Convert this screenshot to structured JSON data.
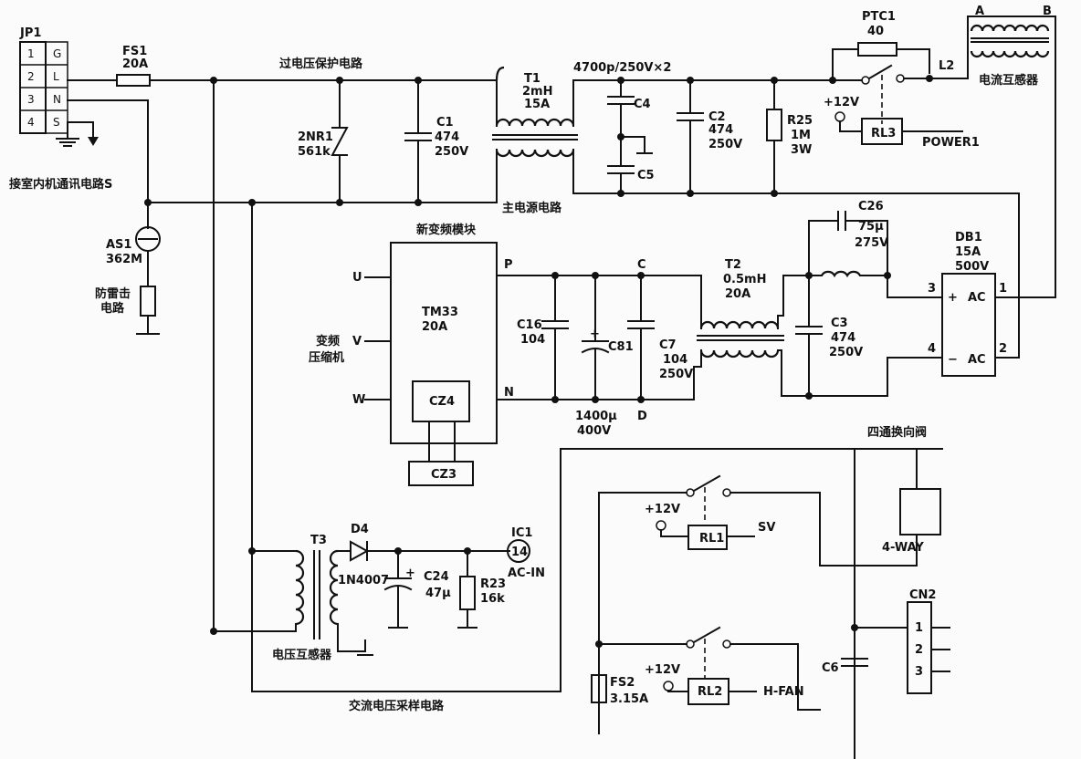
{
  "labels": {
    "jp1": "JP1",
    "jp1_pins": [
      "1",
      "2",
      "3",
      "4"
    ],
    "jp1_names": [
      "G",
      "L",
      "N",
      "S"
    ],
    "fs1": "FS1",
    "fs1_val": "20A",
    "overvolt": "过电压保护电路",
    "indoor_comm": "接室内机通讯电路S",
    "as1": "AS1",
    "as1_val": "362M",
    "lightning_1": "防雷击",
    "lightning_2": "电路",
    "nr1": "2NR1",
    "nr1_val": "561k",
    "c1": "C1",
    "c1_v1": "474",
    "c1_v2": "250V",
    "t1": "T1",
    "t1_v1": "2mH",
    "t1_v2": "15A",
    "cap_rating": "4700p/250V×2",
    "c4": "C4",
    "c5": "C5",
    "c2": "C2",
    "c2_v1": "474",
    "c2_v2": "250V",
    "r25": "R25",
    "r25_v1": "1M",
    "r25_v2": "3W",
    "ptc1": "PTC1",
    "ptc1_val": "40",
    "l2": "L2",
    "ct_a": "A",
    "ct_b": "B",
    "ct_name": "电流互感器",
    "plus12_rl3": "+12V",
    "rl3": "RL3",
    "power1": "POWER1",
    "main_power": "主电源电路",
    "c26": "C26",
    "c26_v1": "75μ",
    "c26_v2": "275V",
    "db1": "DB1",
    "db1_v1": "15A",
    "db1_v2": "500V",
    "db1_ac": "AC",
    "db1_plus": "+",
    "db1_minus": "−",
    "db1_pin3": "3",
    "db1_pin4": "4",
    "db1_pin1": "1",
    "db1_pin2": "2",
    "module_title": "新变频模块",
    "u": "U",
    "v": "V",
    "w": "W",
    "tm33": "TM33",
    "tm33_val": "20A",
    "comp_1": "变频",
    "comp_2": "压缩机",
    "cz4": "CZ4",
    "cz3": "CZ3",
    "p": "P",
    "n": "N",
    "c_node": "C",
    "d_node": "D",
    "c16": "C16",
    "c16_val": "104",
    "c81": "C81",
    "c81_v1": "1400μ",
    "c81_v2": "400V",
    "c7": "C7",
    "c7_v1": "104",
    "c7_v2": "250V",
    "t2": "T2",
    "t2_v1": "0.5mH",
    "t2_v2": "20A",
    "c3": "C3",
    "c3_v1": "474",
    "c3_v2": "250V",
    "fourway_title": "四通换向阀",
    "fourway": "4-WAY",
    "plus12_rl1": "+12V",
    "rl1": "RL1",
    "sv": "SV",
    "t3": "T3",
    "d4": "D4",
    "d4_val": "1N4007",
    "c24": "C24",
    "c24_val": "47μ",
    "r23": "R23",
    "r23_val": "16k",
    "ic1": "IC1",
    "ic1_pin": "14",
    "ic1_sig": "AC-IN",
    "vt": "电压互感器",
    "ac_sample": "交流电压采样电路",
    "cn2": "CN2",
    "cn2_pins": [
      "1",
      "2",
      "3"
    ],
    "c6": "C6",
    "plus12_rl2": "+12V",
    "rl2": "RL2",
    "hfan": "H-FAN",
    "fs2": "FS2",
    "fs2_val": "3.15A"
  }
}
